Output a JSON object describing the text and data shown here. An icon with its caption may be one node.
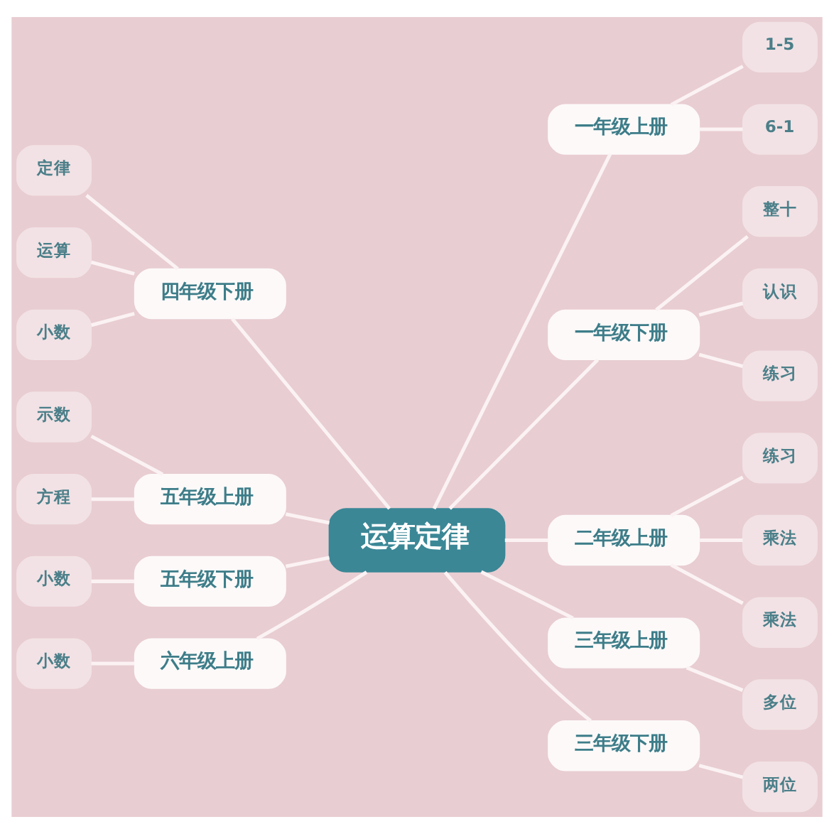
{
  "diagram": {
    "nodes": [
      {
        "text": [
          "运算定律"
        ]
      },
      {
        "text": [
          "一年级上册"
        ]
      },
      {
        "text": [
          "1-5"
        ]
      },
      {
        "text": [
          "6-1"
        ]
      },
      {
        "text": [
          "一年级下册"
        ]
      },
      {
        "text": [
          "整十"
        ]
      },
      {
        "text": [
          "认识"
        ]
      },
      {
        "text": [
          "练习"
        ]
      },
      {
        "text": [
          "二年级上册"
        ]
      },
      {
        "text": [
          "练习"
        ]
      },
      {
        "text": [
          "乘法"
        ]
      },
      {
        "text": [
          "乘法"
        ]
      },
      {
        "text": [
          "三年级上册"
        ]
      },
      {
        "text": [
          "多位"
        ]
      },
      {
        "text": [
          "三年级下册"
        ]
      },
      {
        "text": [
          "两位"
        ]
      },
      {
        "text": [
          "四年级下册"
        ]
      },
      {
        "text": [
          "定律"
        ]
      },
      {
        "text": [
          "运算"
        ]
      },
      {
        "text": [
          "小数"
        ]
      },
      {
        "text": [
          "五年级上册"
        ]
      },
      {
        "text": [
          "示数"
        ]
      },
      {
        "text": [
          "方程"
        ]
      },
      {
        "text": [
          "五年级下册"
        ]
      },
      {
        "text": [
          "小数"
        ]
      },
      {
        "text": [
          "六年级上册"
        ]
      },
      {
        "text": [
          "小数"
        ]
      }
    ],
    "edges": [
      {
        "from": 0,
        "to": 1,
        "arrow": "none"
      },
      {
        "from": 1,
        "to": 2,
        "arrow": "none"
      },
      {
        "from": 1,
        "to": 3,
        "arrow": "none"
      },
      {
        "from": 0,
        "to": 4,
        "arrow": "none"
      },
      {
        "from": 4,
        "to": 5,
        "arrow": "none"
      },
      {
        "from": 4,
        "to": 6,
        "arrow": "none"
      },
      {
        "from": 4,
        "to": 7,
        "arrow": "none"
      },
      {
        "from": 0,
        "to": 8,
        "arrow": "none"
      },
      {
        "from": 8,
        "to": 9,
        "arrow": "none"
      },
      {
        "from": 8,
        "to": 10,
        "arrow": "none"
      },
      {
        "from": 8,
        "to": 11,
        "arrow": "none"
      },
      {
        "from": 0,
        "to": 12,
        "arrow": "none"
      },
      {
        "from": 12,
        "to": 13,
        "arrow": "none"
      },
      {
        "from": 0,
        "to": 14,
        "arrow": "none"
      },
      {
        "from": 14,
        "to": 15,
        "arrow": "none"
      },
      {
        "from": 16,
        "to": 0,
        "arrow": "none"
      },
      {
        "from": 17,
        "to": 16,
        "arrow": "none"
      },
      {
        "from": 18,
        "to": 16,
        "arrow": "none"
      },
      {
        "from": 19,
        "to": 16,
        "arrow": "none"
      },
      {
        "from": 20,
        "to": 0,
        "arrow": "none"
      },
      {
        "from": 21,
        "to": 20,
        "arrow": "none"
      },
      {
        "from": 22,
        "to": 20,
        "arrow": "none"
      },
      {
        "from": 23,
        "to": 0,
        "arrow": "none"
      },
      {
        "from": 24,
        "to": 23,
        "arrow": "none"
      },
      {
        "from": 25,
        "to": 0,
        "arrow": "none"
      },
      {
        "from": 26,
        "to": 25,
        "arrow": "none"
      }
    ]
  }
}
